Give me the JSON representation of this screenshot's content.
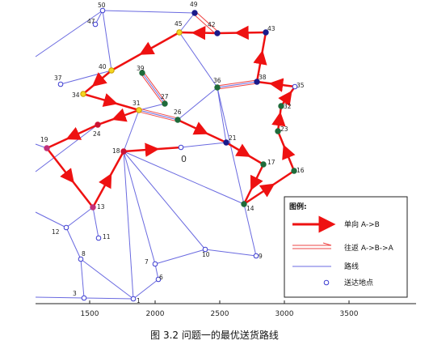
{
  "caption": "图 3.2 问题一的最优送货路线",
  "axis": {
    "x_ticks": [
      "1500",
      "2000",
      "2500",
      "3000",
      "3500"
    ]
  },
  "origin_label": "0",
  "legend": {
    "title": "图例:",
    "one_way": "单向 A->B",
    "round_trip": "往返 A->B->A",
    "road": "路线",
    "delivery": "送达地点"
  },
  "colors": {
    "road": "#6a6ae0",
    "route": "#ee1111",
    "return": "#ee4444"
  },
  "nodes": [
    {
      "id": "50",
      "kind": "hollow"
    },
    {
      "id": "49",
      "kind": "navy"
    },
    {
      "id": "47",
      "kind": "hollow"
    },
    {
      "id": "45",
      "kind": "yellow"
    },
    {
      "id": "42",
      "kind": "navy"
    },
    {
      "id": "43",
      "kind": "navy"
    },
    {
      "id": "40",
      "kind": "yellow"
    },
    {
      "id": "37",
      "kind": "hollow"
    },
    {
      "id": "39",
      "kind": "green"
    },
    {
      "id": "34",
      "kind": "yellow"
    },
    {
      "id": "27",
      "kind": "green"
    },
    {
      "id": "31",
      "kind": "yellow"
    },
    {
      "id": "36",
      "kind": "green"
    },
    {
      "id": "38",
      "kind": "navy"
    },
    {
      "id": "35",
      "kind": "hollow"
    },
    {
      "id": "32",
      "kind": "green"
    },
    {
      "id": "26",
      "kind": "green"
    },
    {
      "id": "24",
      "kind": "red"
    },
    {
      "id": "23",
      "kind": "green"
    },
    {
      "id": "21",
      "kind": "navy"
    },
    {
      "id": "19",
      "kind": "magenta"
    },
    {
      "id": "18",
      "kind": "red"
    },
    {
      "id": "0",
      "kind": "hollow"
    },
    {
      "id": "17",
      "kind": "green"
    },
    {
      "id": "16",
      "kind": "green"
    },
    {
      "id": "13",
      "kind": "magenta"
    },
    {
      "id": "14",
      "kind": "green"
    },
    {
      "id": "12",
      "kind": "hollow"
    },
    {
      "id": "11",
      "kind": "hollow"
    },
    {
      "id": "8",
      "kind": "hollow"
    },
    {
      "id": "7",
      "kind": "hollow"
    },
    {
      "id": "10",
      "kind": "hollow"
    },
    {
      "id": "9",
      "kind": "hollow"
    },
    {
      "id": "6",
      "kind": "hollow"
    },
    {
      "id": "3",
      "kind": "hollow"
    },
    {
      "id": "1",
      "kind": "hollow"
    }
  ],
  "roads": [
    [
      "50",
      "49"
    ],
    [
      "50",
      "40"
    ],
    [
      "50",
      "47"
    ],
    [
      "50",
      "edgeL1"
    ],
    [
      "40",
      "37"
    ],
    [
      "40",
      "45"
    ],
    [
      "45",
      "49"
    ],
    [
      "45",
      "36"
    ],
    [
      "36",
      "38"
    ],
    [
      "36",
      "26"
    ],
    [
      "36",
      "21"
    ],
    [
      "36",
      "14"
    ],
    [
      "38",
      "43"
    ],
    [
      "38",
      "35"
    ],
    [
      "35",
      "32"
    ],
    [
      "32",
      "23"
    ],
    [
      "23",
      "16"
    ],
    [
      "16",
      "14"
    ],
    [
      "14",
      "17"
    ],
    [
      "17",
      "21"
    ],
    [
      "21",
      "26"
    ],
    [
      "21",
      "0"
    ],
    [
      "0",
      "18"
    ],
    [
      "18",
      "31"
    ],
    [
      "31",
      "27"
    ],
    [
      "31",
      "34"
    ],
    [
      "31",
      "26"
    ],
    [
      "27",
      "39"
    ],
    [
      "18",
      "13"
    ],
    [
      "18",
      "14"
    ],
    [
      "18",
      "10"
    ],
    [
      "18",
      "7"
    ],
    [
      "18",
      "1"
    ],
    [
      "13",
      "12"
    ],
    [
      "13",
      "11"
    ],
    [
      "12",
      "8"
    ],
    [
      "12",
      "edgeL2"
    ],
    [
      "8",
      "1"
    ],
    [
      "8",
      "3"
    ],
    [
      "3",
      "1"
    ],
    [
      "3",
      "edgeL3"
    ],
    [
      "7",
      "6"
    ],
    [
      "7",
      "10"
    ],
    [
      "10",
      "9"
    ],
    [
      "9",
      "14"
    ],
    [
      "6",
      "1"
    ],
    [
      "19",
      "edgeL4"
    ],
    [
      "24",
      "edgeL5"
    ]
  ],
  "oneway_route": [
    [
      "43",
      "42"
    ],
    [
      "42",
      "45"
    ],
    [
      "45",
      "40"
    ],
    [
      "40",
      "34"
    ],
    [
      "34",
      "31"
    ],
    [
      "31",
      "24"
    ],
    [
      "24",
      "19"
    ],
    [
      "19",
      "13"
    ],
    [
      "13",
      "18"
    ],
    [
      "18",
      "0"
    ],
    [
      "26",
      "21"
    ],
    [
      "21",
      "17"
    ],
    [
      "17",
      "14"
    ],
    [
      "14",
      "16"
    ],
    [
      "16",
      "23"
    ],
    [
      "23",
      "32"
    ],
    [
      "32",
      "35"
    ],
    [
      "35",
      "38"
    ],
    [
      "38",
      "43"
    ]
  ],
  "roundtrip_route": [
    [
      "49",
      "42"
    ],
    [
      "39",
      "27"
    ],
    [
      "31",
      "26"
    ],
    [
      "36",
      "38"
    ]
  ]
}
